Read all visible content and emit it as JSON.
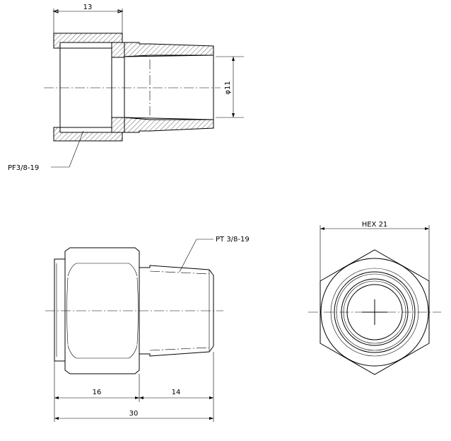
{
  "dimensions": {
    "top_width": "13",
    "diameter": "φ11",
    "length_hex": "16",
    "length_thread": "14",
    "length_total": "30",
    "hex_across_flats": "HEX 21"
  },
  "callouts": {
    "internal_thread": "PF3/8-19",
    "external_thread": "PT 3/8-19"
  }
}
